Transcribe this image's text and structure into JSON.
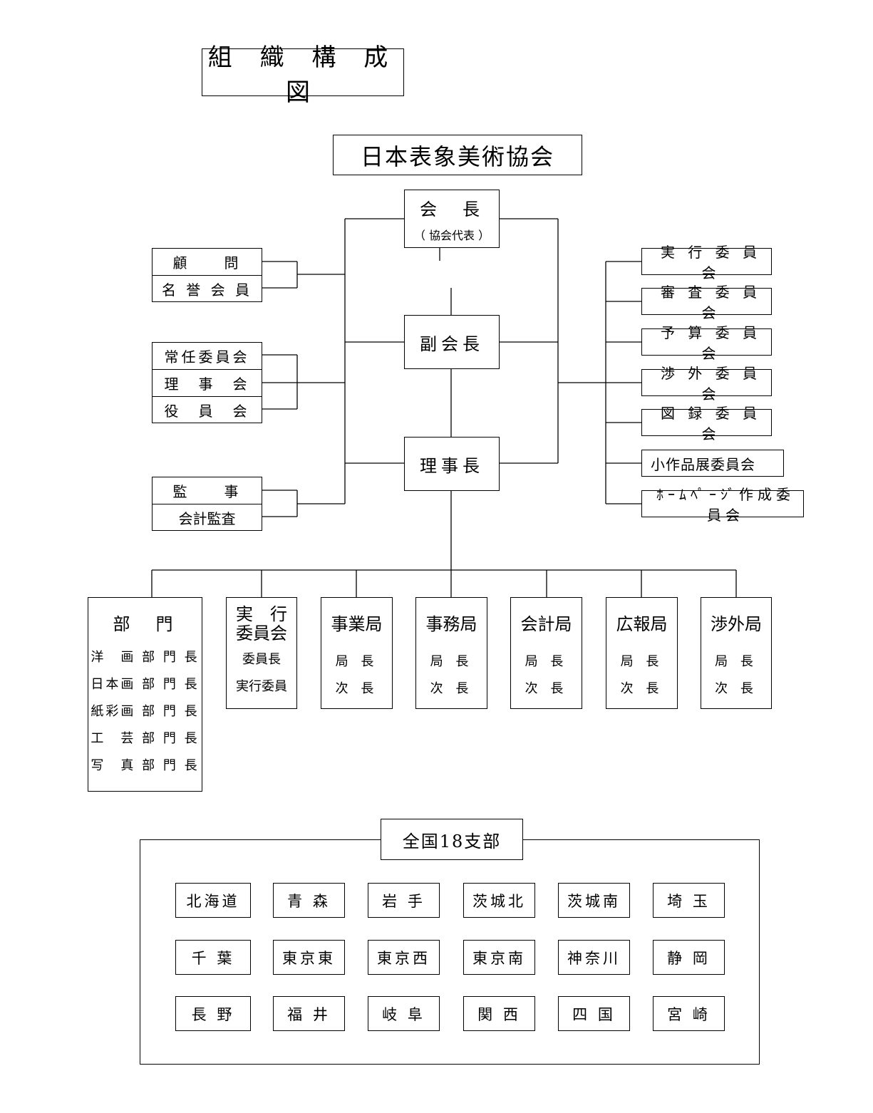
{
  "doc_title": "組 織 構 成 図",
  "org_name": "日本表象美術協会",
  "president": {
    "title": "会　長",
    "subtitle": "（ 協会代表 ）"
  },
  "vice_president": "副会長",
  "chairman": "理事長",
  "left_groups": {
    "advisors": [
      "顧　　問",
      "名 誉 会 員"
    ],
    "board": [
      "常任委員会",
      "理　事　会",
      "役　員　会"
    ],
    "audit": [
      "監　　事",
      "会計監査"
    ]
  },
  "committees": [
    "実 行 委 員 会",
    "審 査 委 員 会",
    "予 算 委 員 会",
    "渉 外 委 員 会",
    "図 録 委 員 会",
    "小作品展委員会",
    "ﾎｰﾑﾍﾟｰｼﾞ作成委員会"
  ],
  "departments": {
    "title": "部　門",
    "items": [
      "洋　画 部 門 長",
      "日本画 部 門 長",
      "紙彩画 部 門 長",
      "工　芸 部 門 長",
      "写　真 部 門 長"
    ]
  },
  "executive_committee": {
    "title_line1": "実　行",
    "title_line2": "委員会",
    "items": [
      "委員長",
      "実行委員"
    ]
  },
  "bureaus": [
    {
      "name": "事業局",
      "items": [
        "局 長",
        "次 長"
      ]
    },
    {
      "name": "事務局",
      "items": [
        "局 長",
        "次 長"
      ]
    },
    {
      "name": "会計局",
      "items": [
        "局 長",
        "次 長"
      ]
    },
    {
      "name": "広報局",
      "items": [
        "局 長",
        "次 長"
      ]
    },
    {
      "name": "渉外局",
      "items": [
        "局 長",
        "次 長"
      ]
    }
  ],
  "branches": {
    "title": "全国18支部",
    "items": [
      "北海道",
      "青 森",
      "岩 手",
      "茨城北",
      "茨城南",
      "埼 玉",
      "千 葉",
      "東京東",
      "東京西",
      "東京南",
      "神奈川",
      "静 岡",
      "長 野",
      "福 井",
      "岐 阜",
      "関 西",
      "四 国",
      "宮 崎"
    ]
  }
}
